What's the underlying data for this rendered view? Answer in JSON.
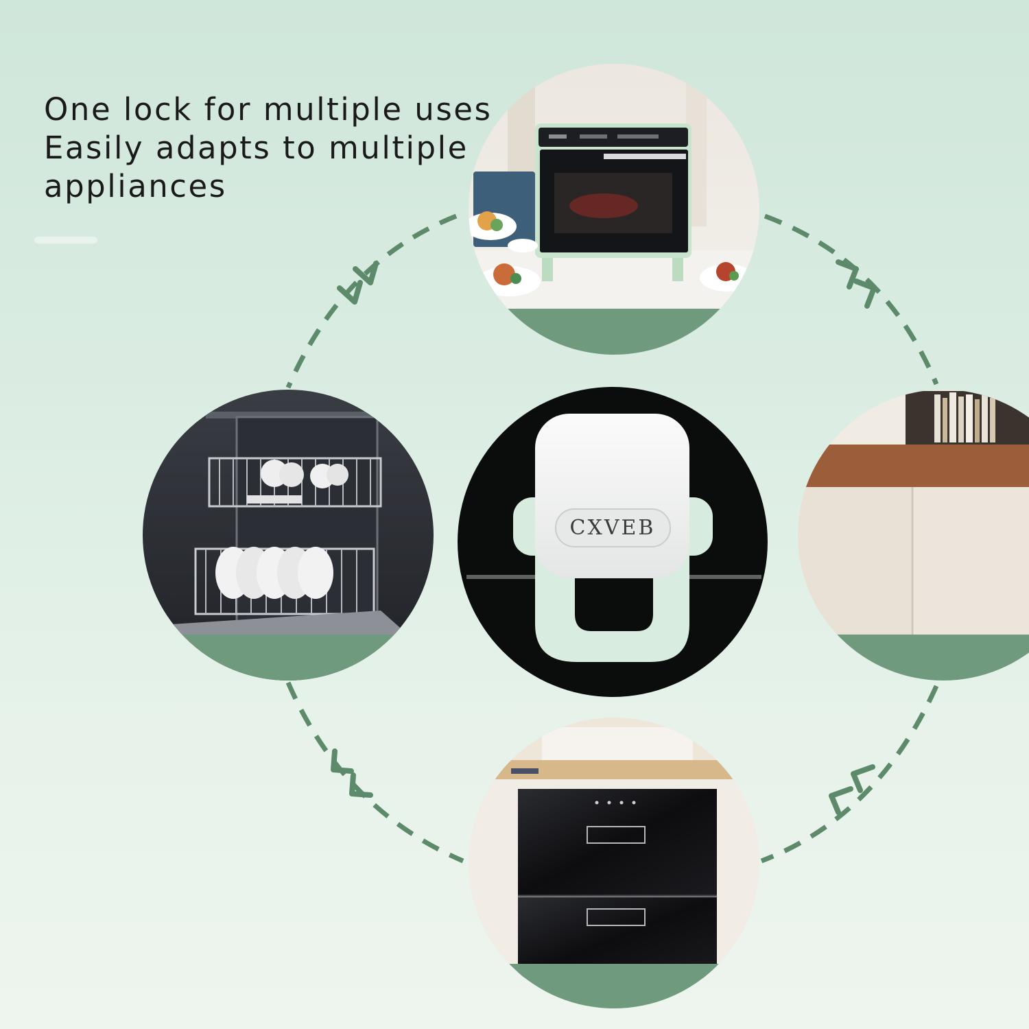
{
  "headline": {
    "line1": "One lock for multiple uses",
    "line2": "Easily adapts to multiple",
    "line3": "appliances"
  },
  "center": {
    "brand": "CXVEB"
  },
  "colors": {
    "background_top": "#cfe6da",
    "background_bottom": "#eef5ee",
    "accent_green": "#6f9a7d",
    "dash_green": "#5d8a6b",
    "lock_green": "#d8ecdf",
    "lock_white": "#f5f6f5"
  },
  "icons": {
    "arrow": "double-chevron-arrow-icon"
  }
}
